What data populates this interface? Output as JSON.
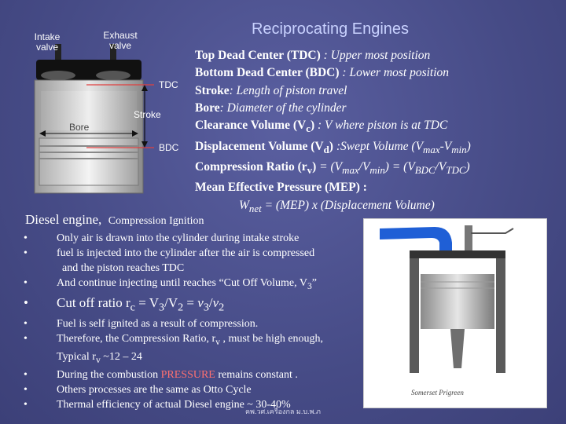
{
  "slide": {
    "title": "Reciprocating Engines",
    "footer": "คพ.วศ.เครื่องกล ม.บ.พ.ภ"
  },
  "diagram": {
    "intake_label_1": "Intake",
    "intake_label_2": "valve",
    "exhaust_label_1": "Exhaust",
    "exhaust_label_2": "valve",
    "tdc": "TDC",
    "stroke": "Stroke",
    "bore": "Bore",
    "bdc": "BDC"
  },
  "definitions": [
    {
      "term": "Top Dead Center (TDC)",
      "desc": " : Upper most position"
    },
    {
      "term": "Bottom Dead Center (BDC)",
      "desc": " : Lower most position"
    },
    {
      "term": "Stroke",
      "desc": ": Length of piston travel"
    },
    {
      "term": "Bore",
      "desc": ": Diameter of the cylinder"
    },
    {
      "term": "Clearance Volume (V",
      "sub": "c",
      "term_end": ")",
      "desc": " : V where piston is at TDC"
    },
    {
      "term": "Displacement Volume (V",
      "sub": "d",
      "term_end": ")",
      "desc": " :Swept Volume (V",
      "desc_sub1": "max",
      "desc_mid": "-V",
      "desc_sub2": "min",
      "desc_end": ")"
    },
    {
      "term": "Compression Ratio (r",
      "sub": "v",
      "term_end": ")",
      "desc": " = (V",
      "desc_sub1": "max",
      "desc_mid": "/V",
      "desc_sub2": "min",
      "desc_end": ") = (V",
      "desc_sub3": "BDC",
      "desc_mid2": "/V",
      "desc_sub4": "TDC",
      "desc_end2": ")"
    },
    {
      "term": "Mean Effective Pressure (MEP) :",
      "desc": ""
    }
  ],
  "mep_formula": {
    "w": "W",
    "sub": "net",
    "rest": " = (MEP) x (Displacement Volume)"
  },
  "diesel": {
    "heading": "Diesel engine,",
    "subheading": "Compression Ignition",
    "bullet_char": "•",
    "b1": "Only air is drawn into the cylinder during intake stroke",
    "b2": "fuel is injected into the cylinder after the air is compressed",
    "b2_cont": "and the piston reaches TDC",
    "b3_pre": "And continue injecting until reaches “Cut Off Volume, V",
    "b3_sub": "3",
    "b3_post": "”",
    "b4_pre": "Cut off ratio r",
    "b4_sub1": "c",
    "b4_mid": " = V",
    "b4_sub2": "3",
    "b4_mid2": "/V",
    "b4_sub3": "2",
    "b4_mid3": " = ",
    "b4_v3": "v",
    "b4_sub4": "3",
    "b4_slash": "/",
    "b4_v2": "v",
    "b4_sub5": "2",
    "b5": "Fuel is self ignited as a result of compression.",
    "b6_pre": "Therefore, the Compression Ratio, r",
    "b6_sub": "v",
    "b6_post": " , must be high enough,",
    "b6_cont_pre": "Typical r",
    "b6_cont_sub": "v",
    "b6_cont_post": " ~12 – 24",
    "b7_pre": "During the combustion ",
    "b7_red": "PRESSURE",
    "b7_post": " remains constant .",
    "b8": "Others processes are the same as Otto Cycle",
    "b9": "Thermal efficiency of actual Diesel engine ~ 30-40%"
  },
  "photo": {
    "caption": "Somerset Prigreen"
  },
  "colors": {
    "background": "#4a4f8c",
    "title": "#c9d2ff",
    "highlight": "#ff7070",
    "guide_line": "#e04040"
  }
}
